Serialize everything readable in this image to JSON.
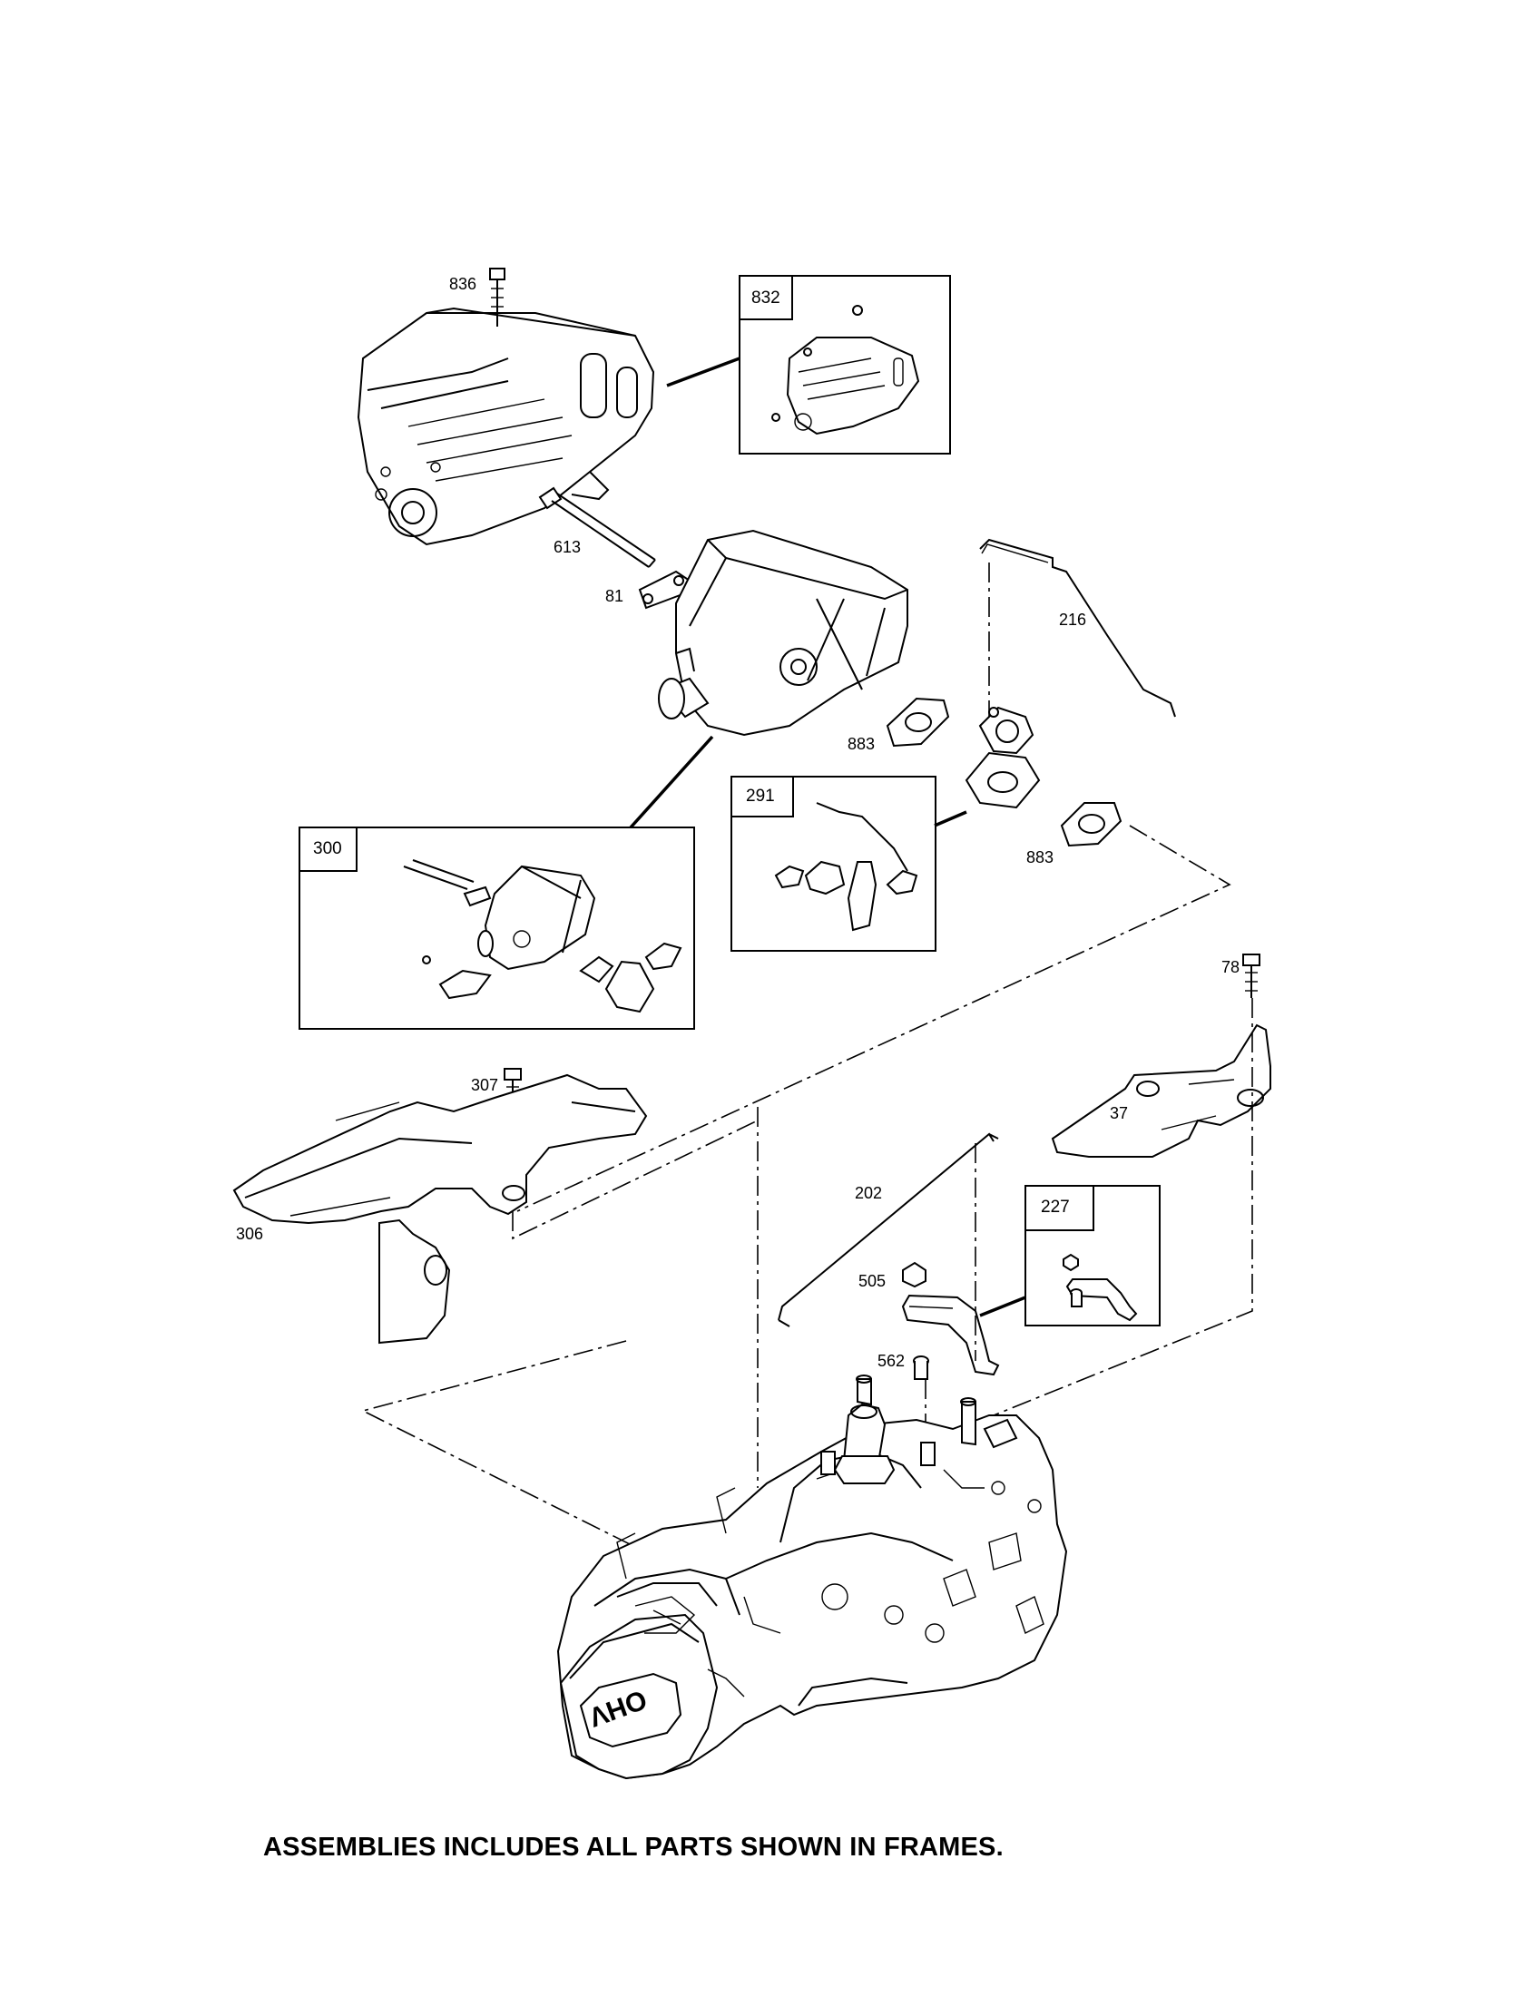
{
  "parts": {
    "p836": "836",
    "p613": "613",
    "p81": "81",
    "p216": "216",
    "p883a": "883",
    "p883b": "883",
    "p78": "78",
    "p307": "307",
    "p306": "306",
    "p37": "37",
    "p202": "202",
    "p505": "505",
    "p562": "562"
  },
  "frames": {
    "f832": "832",
    "f300": "300",
    "f291": "291",
    "f227": "227"
  },
  "engine_badge": "OHV",
  "caption": "ASSEMBLIES INCLUDES ALL PARTS SHOWN IN FRAMES."
}
